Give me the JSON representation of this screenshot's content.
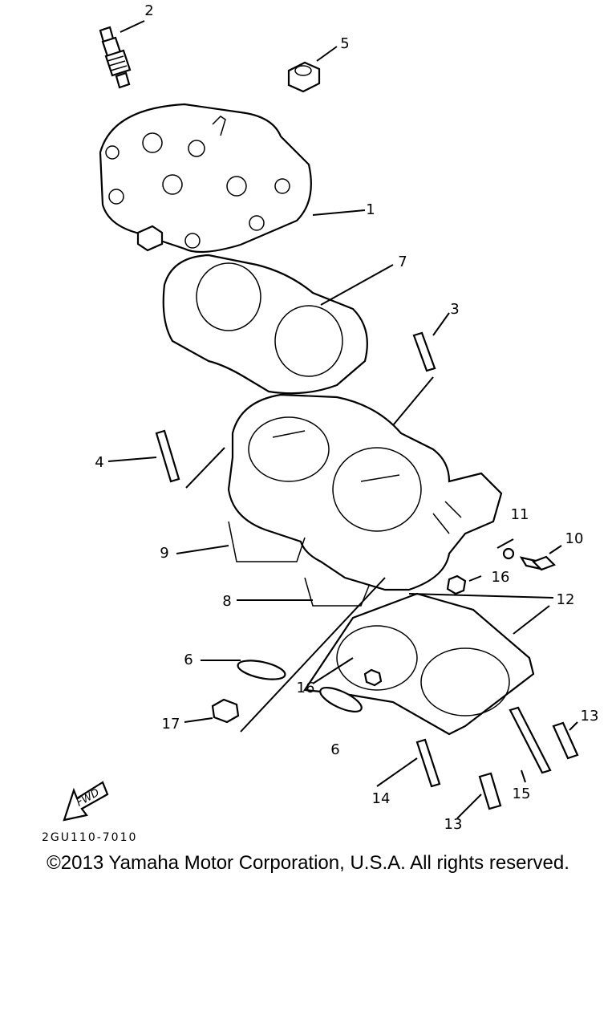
{
  "callouts": [
    {
      "id": "c1",
      "text": "1"
    },
    {
      "id": "c2",
      "text": "2"
    },
    {
      "id": "c3",
      "text": "3"
    },
    {
      "id": "c4",
      "text": "4"
    },
    {
      "id": "c5",
      "text": "5"
    },
    {
      "id": "c6a",
      "text": "6"
    },
    {
      "id": "c6b",
      "text": "6"
    },
    {
      "id": "c7",
      "text": "7"
    },
    {
      "id": "c8",
      "text": "8"
    },
    {
      "id": "c9",
      "text": "9"
    },
    {
      "id": "c10",
      "text": "10"
    },
    {
      "id": "c11",
      "text": "11"
    },
    {
      "id": "c12",
      "text": "12"
    },
    {
      "id": "c13a",
      "text": "13"
    },
    {
      "id": "c13b",
      "text": "13"
    },
    {
      "id": "c14",
      "text": "14"
    },
    {
      "id": "c15",
      "text": "15"
    },
    {
      "id": "c16a",
      "text": "16"
    },
    {
      "id": "c16b",
      "text": "16"
    },
    {
      "id": "c17",
      "text": "17"
    }
  ],
  "fwd_label": "FWD",
  "diagram_code": "2GU110-7010",
  "copyright": "©2013 Yamaha Motor Corporation, U.S.A. All rights reserved."
}
